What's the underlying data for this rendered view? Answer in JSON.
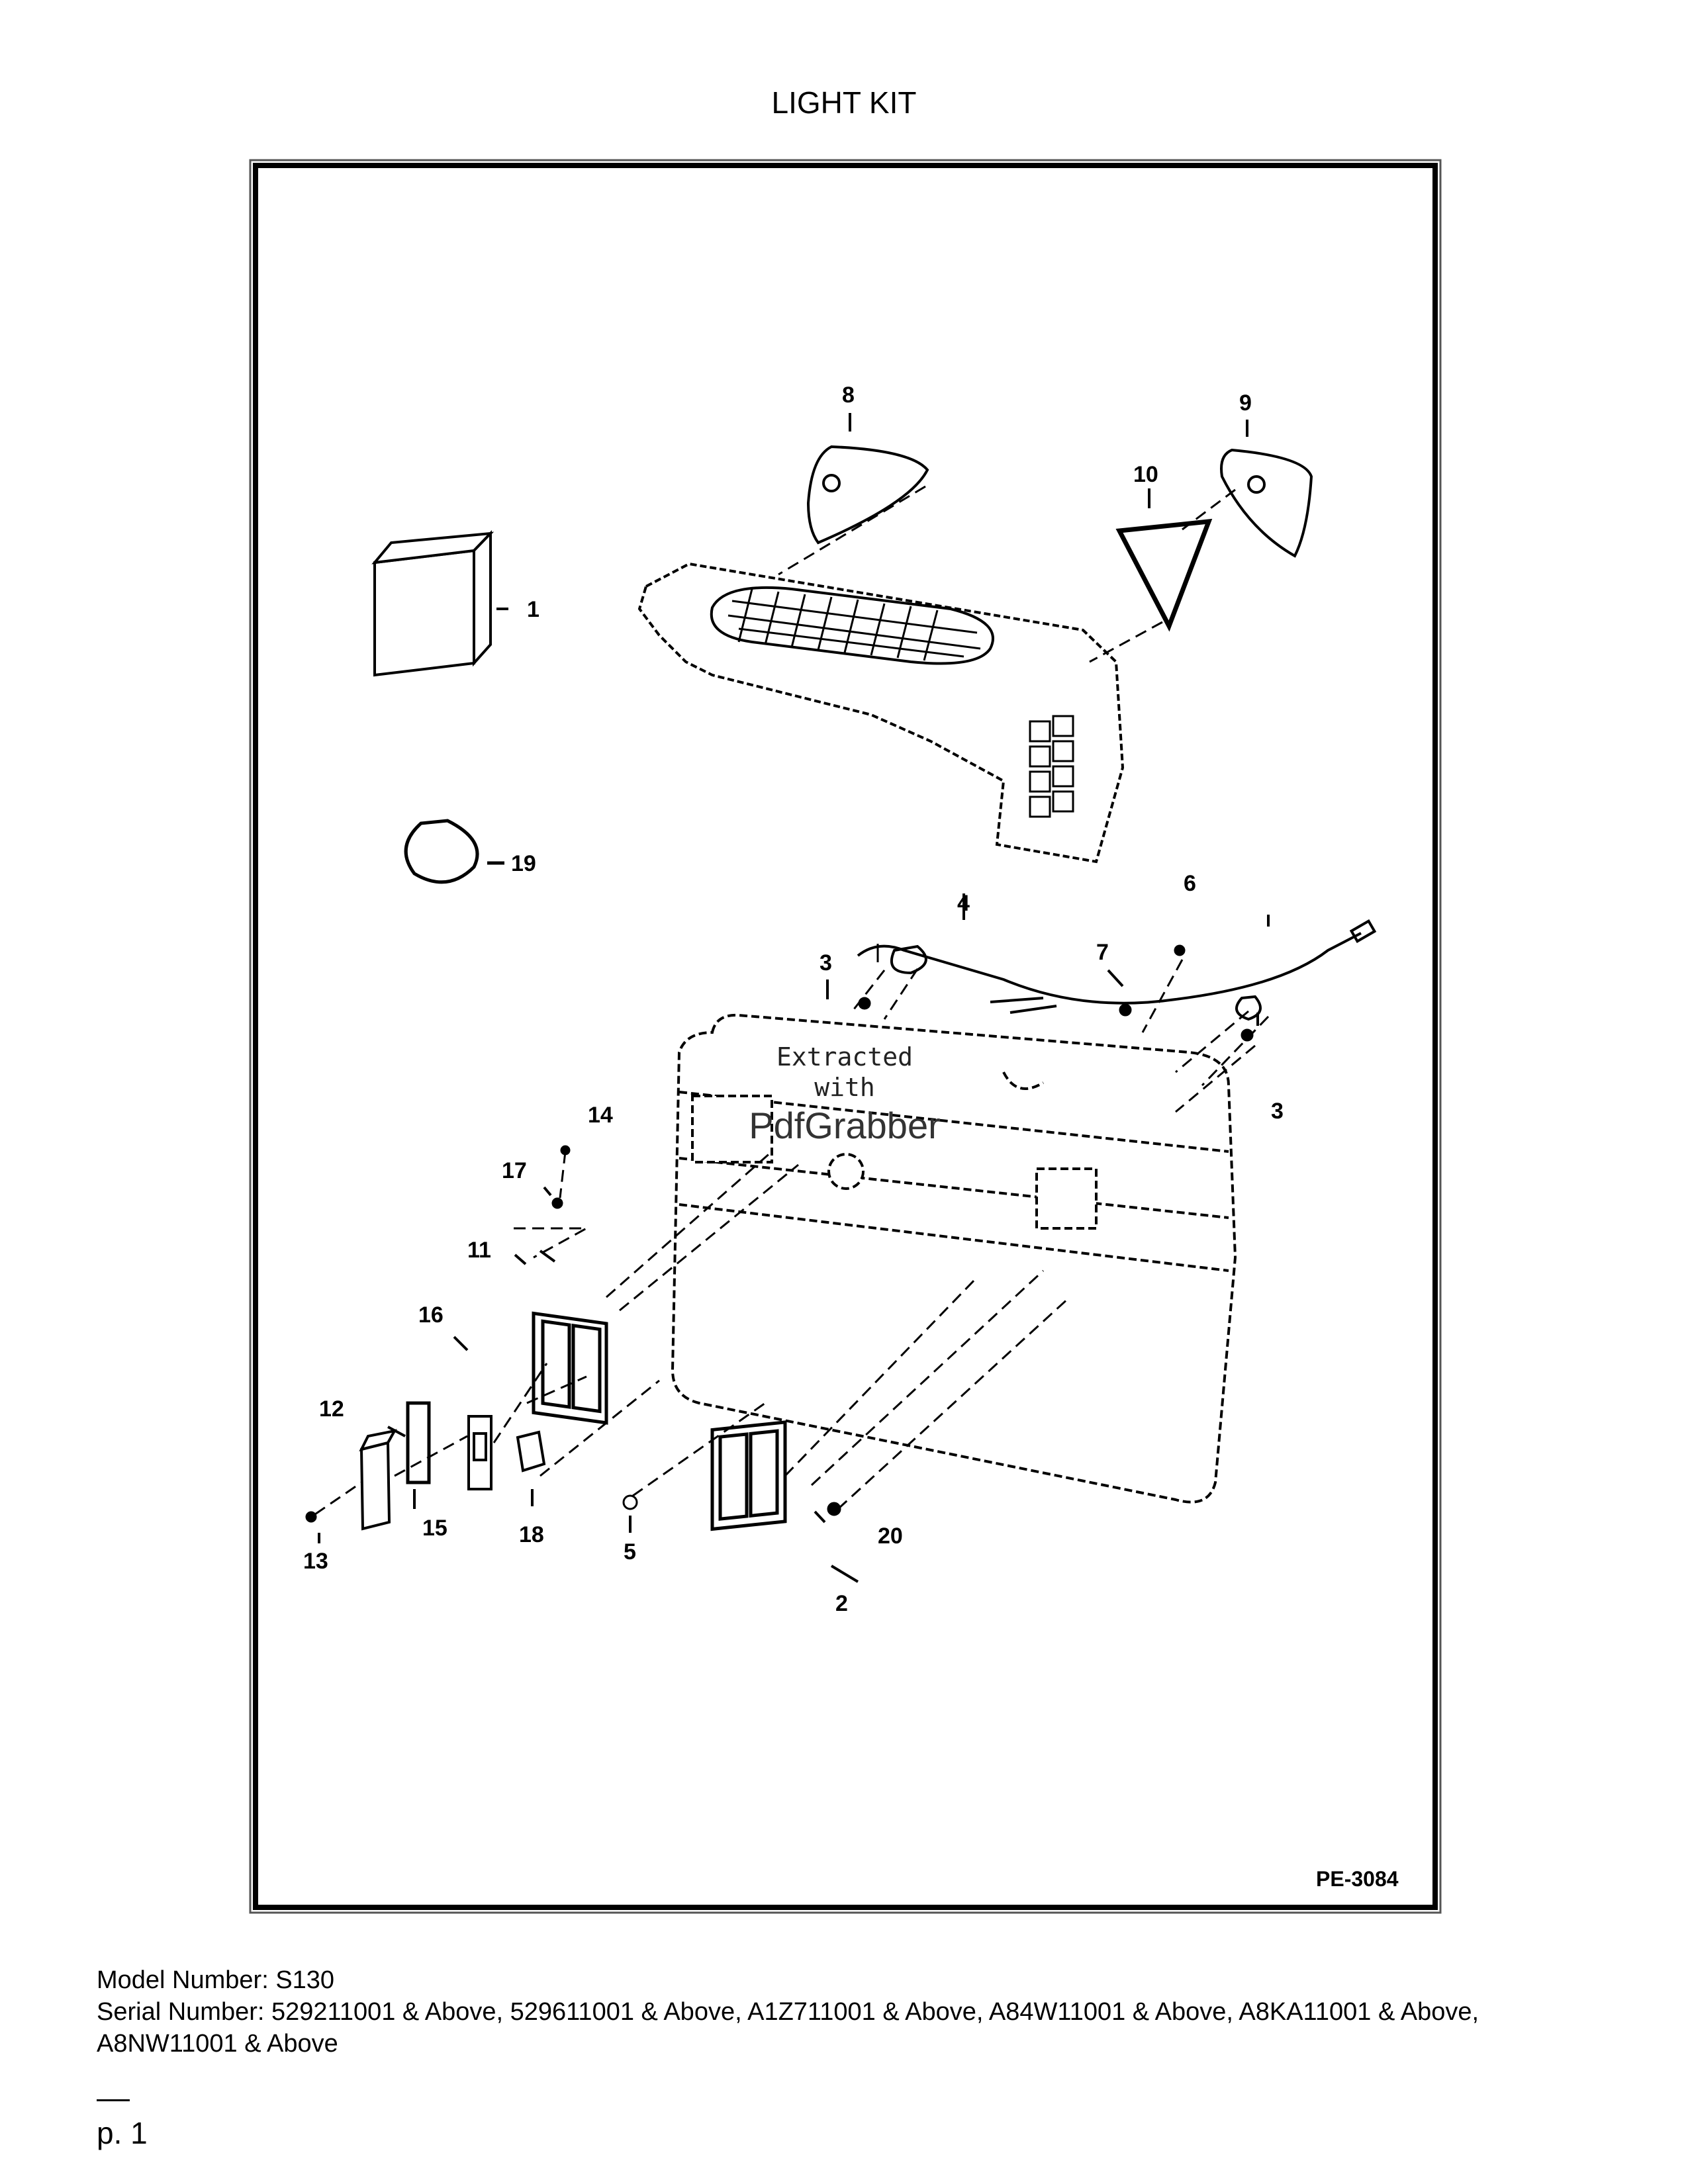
{
  "page": {
    "title": "LIGHT KIT",
    "drawing_id": "PE-3084",
    "watermark": {
      "line1": "Extracted",
      "line2": "with",
      "brand": "PdfGrabber"
    },
    "callouts": [
      "1",
      "2",
      "3",
      "3",
      "4",
      "5",
      "6",
      "7",
      "8",
      "9",
      "10",
      "11",
      "12",
      "13",
      "14",
      "15",
      "16",
      "17",
      "18",
      "19",
      "20"
    ],
    "model_line": "Model Number: S130",
    "serial_line": "Serial Number: 529211001 & Above, 529611001 & Above, A1Z711001 & Above, A84W11001 & Above, A8KA11001 & Above, A8NW11001 & Above",
    "page_label": "p. 1"
  }
}
